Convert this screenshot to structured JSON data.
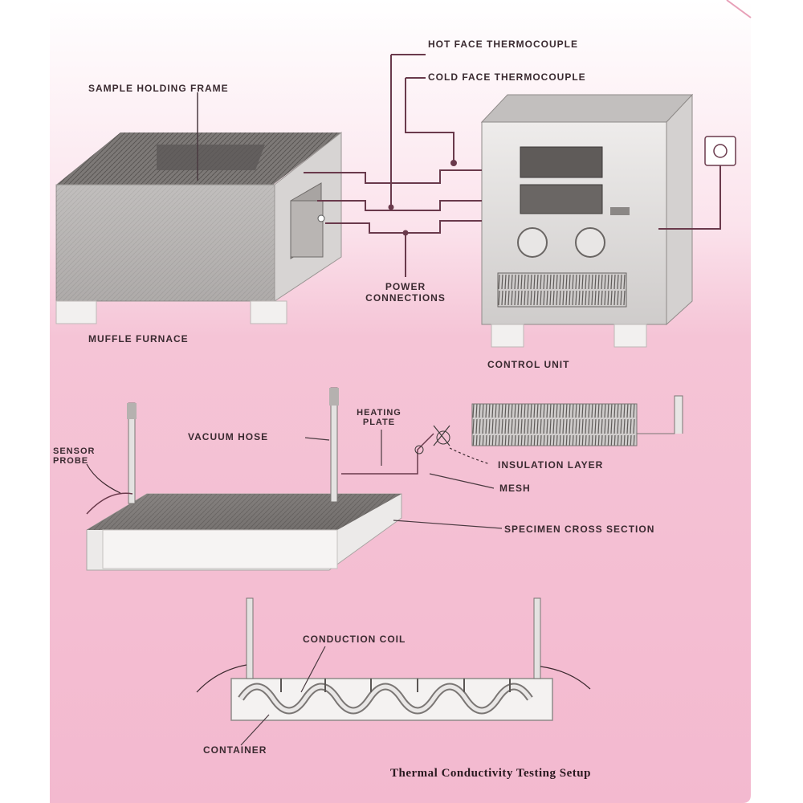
{
  "labels": {
    "hot_face_thermocouple": "HOT FACE THERMOCOUPLE",
    "cold_face_thermocouple": "COLD FACE THERMOCOUPLE",
    "sample_holding_frame": "SAMPLE HOLDING FRAME",
    "power_connection_line1": "POWER",
    "power_connection_line2": "CONNECTIONS",
    "muffle_furnace": "MUFFLE FURNACE",
    "control_unit": "CONTROL UNIT",
    "vacuum_hose": "VACUUM HOSE",
    "heating_plate_line1": "HEATING",
    "heating_plate_line2": "PLATE",
    "insulation_layer": "INSULATION LAYER",
    "sensor_probe_line1": "SENSOR",
    "sensor_probe_line2": "PROBE",
    "wire_mesh": "MESH",
    "specimen_cross_section": "SPECIMEN CROSS SECTION",
    "conduction_coil": "CONDUCTION COIL",
    "container": "CONTAINER",
    "caption": "Thermal Conductivity Testing Setup"
  },
  "colors": {
    "background_pink": "#f3b9cf",
    "wire": "#6a3a4c",
    "device_gray": "#d9d7d6"
  }
}
